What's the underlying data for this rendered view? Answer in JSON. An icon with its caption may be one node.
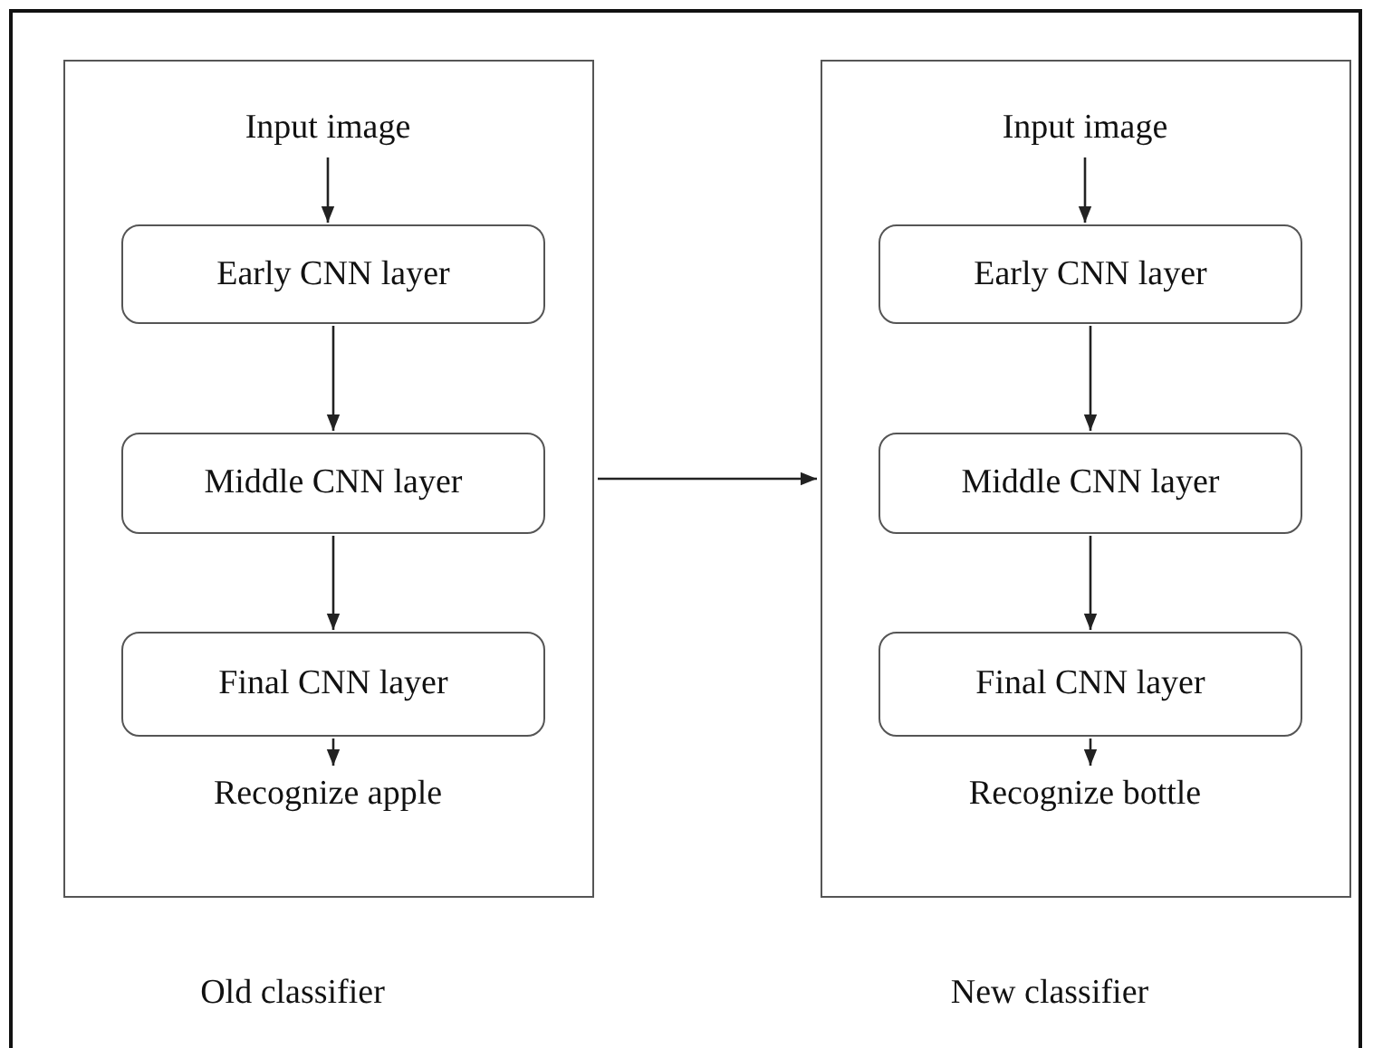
{
  "diagram": {
    "nodes": [
      {
        "text": [],
        "shape": "box",
        "beside": [
          "Old classifier"
        ]
      },
      {
        "text": [
          "Input image"
        ],
        "in": 0
      },
      {
        "text": [
          "Early CNN layer"
        ],
        "in": 0
      },
      {
        "text": [
          "Middle CNN layer"
        ],
        "in": 0
      },
      {
        "text": [
          "Final CNN layer"
        ],
        "in": 0
      },
      {
        "text": [
          "Recognize apple"
        ],
        "in": 0
      },
      {
        "text": [],
        "shape": "box",
        "beside": [
          "New classifier"
        ]
      },
      {
        "text": [
          "Input image"
        ],
        "in": 6
      },
      {
        "text": [
          "Early CNN layer"
        ],
        "in": 6
      },
      {
        "text": [
          "Middle CNN layer"
        ],
        "in": 6
      },
      {
        "text": [
          "Final CNN layer"
        ],
        "in": 6
      },
      {
        "text": [
          "Recognize bottle"
        ],
        "in": 6
      }
    ],
    "edges": [
      {
        "from": 1,
        "to": 2,
        "arrow": "to"
      },
      {
        "from": 2,
        "to": 3,
        "arrow": "to"
      },
      {
        "from": 3,
        "to": 4,
        "arrow": "to"
      },
      {
        "from": 4,
        "to": 5,
        "arrow": "to"
      },
      {
        "from": 7,
        "to": 8,
        "arrow": "to"
      },
      {
        "from": 8,
        "to": 9,
        "arrow": "to"
      },
      {
        "from": 9,
        "to": 10,
        "arrow": "to"
      },
      {
        "from": 10,
        "to": 11,
        "arrow": "to"
      },
      {
        "from": 0,
        "to": 6,
        "arrow": "to"
      }
    ]
  }
}
